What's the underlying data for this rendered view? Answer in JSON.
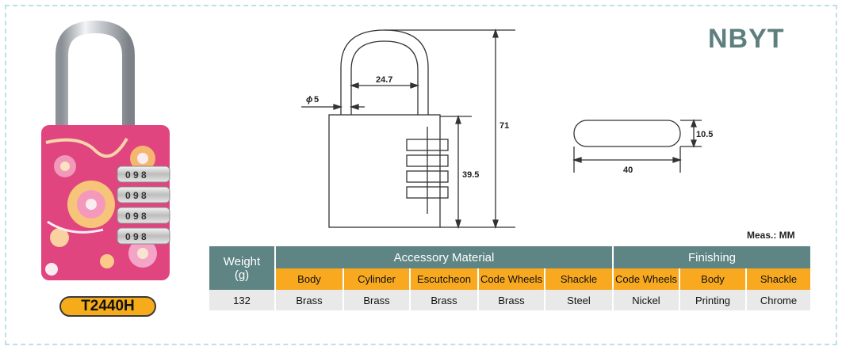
{
  "brand": "NBYT",
  "model": "T2440H",
  "measure_note": "Meas.: MM",
  "dimensions": {
    "shackle_diameter": "5",
    "shackle_inner_width": "24.7",
    "total_height": "71",
    "body_height": "39.5",
    "body_thickness": "10.5",
    "body_width": "40",
    "phi_symbol": "ϕ"
  },
  "product_image": {
    "wheel_digits": [
      "0 9 8",
      "0 9 8",
      "0 9 8",
      "0 9 8"
    ],
    "colors": {
      "body": "#e84a8e",
      "shackle": "#c8ccd0",
      "accent": "#f6ac1a"
    }
  },
  "table": {
    "weight_header": "Weight",
    "weight_unit": "(g)",
    "group_accessory": "Accessory Material",
    "group_finishing": "Finishing",
    "sub_headers": [
      "Body",
      "Cylinder",
      "Escutcheon",
      "Code Wheels",
      "Shackle",
      "Code Wheels",
      "Body",
      "Shackle"
    ],
    "values": [
      "132",
      "Brass",
      "Brass",
      "Brass",
      "Brass",
      "Steel",
      "Nickel",
      "Printing",
      "Chrome"
    ]
  },
  "colors": {
    "header_bg": "#5f8484",
    "subheader_bg": "#f8a91f",
    "row_bg": "#e9e9e9",
    "border_dash": "#bfe0e6"
  }
}
